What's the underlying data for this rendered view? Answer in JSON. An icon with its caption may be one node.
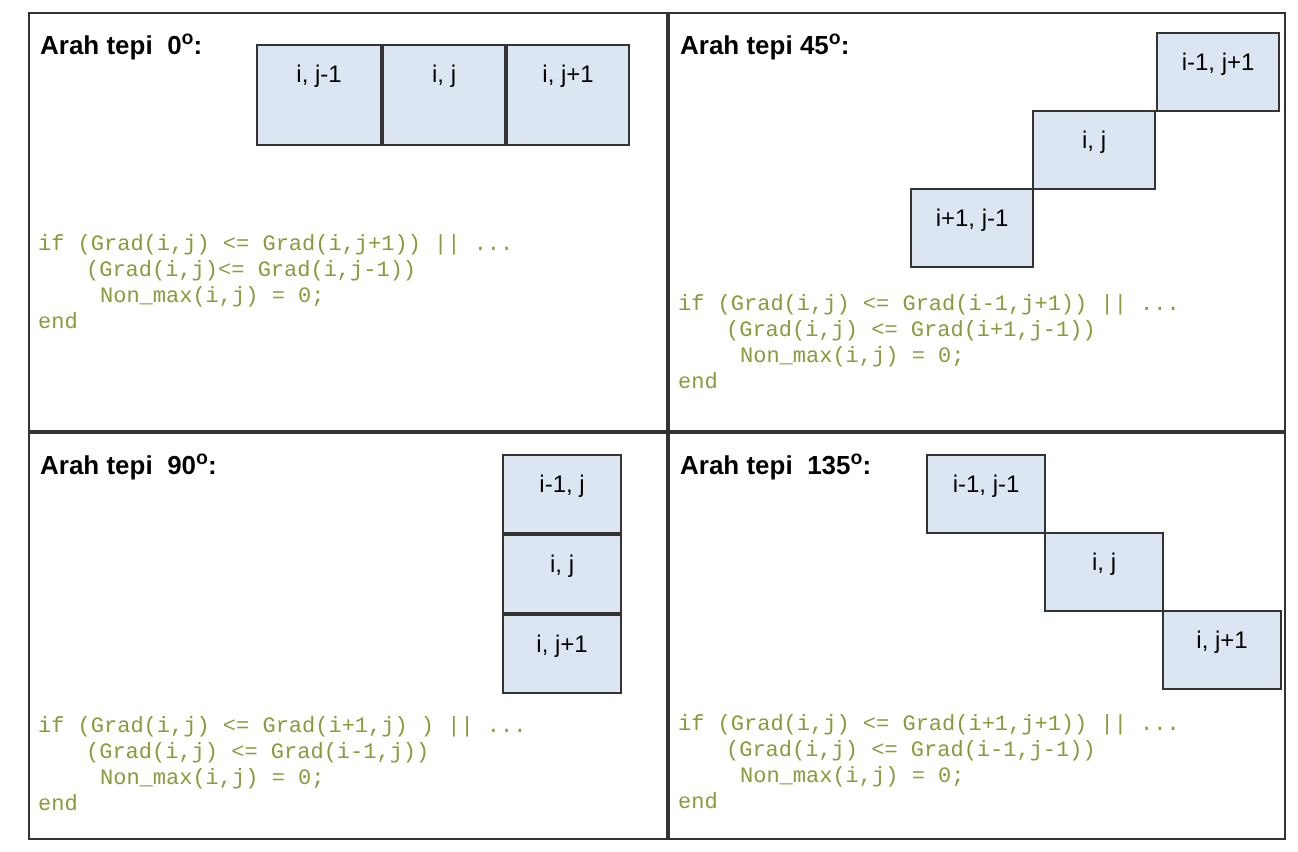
{
  "diagram": {
    "nodes": [
      {
        "text": [
          "Arah tepi  0$^{o}$:",
          "if (Grad(i,j) <= Grad(i,j+1)) || ...",
          "(Grad(i,j)<= Grad(i,j-1))",
          "Non_max(i,j) = 0;",
          "end"
        ]
      },
      {
        "text": [
          "i, j-1"
        ],
        "in": 0
      },
      {
        "text": [
          "i, j"
        ],
        "in": 0
      },
      {
        "text": [
          "i, j+1"
        ],
        "in": 0
      },
      {
        "text": [
          "Arah tepi 45$^{o}$:",
          "if (Grad(i,j) <= Grad(i-1,j+1)) || ...",
          "(Grad(i,j) <= Grad(i+1,j-1))",
          "Non_max(i,j) = 0;",
          "end"
        ]
      },
      {
        "text": [
          "i-1, j+1"
        ],
        "in": 4
      },
      {
        "text": [
          "i, j"
        ],
        "in": 4
      },
      {
        "text": [
          "i+1, j-1"
        ],
        "in": 4
      },
      {
        "text": [
          "Arah tepi  90$^{o}$:",
          "if (Grad(i,j) <= Grad(i+1,j) ) || ...",
          "(Grad(i,j) <= Grad(i-1,j))",
          "Non_max(i,j) = 0;",
          "end"
        ]
      },
      {
        "text": [
          "i-1, j"
        ],
        "in": 8
      },
      {
        "text": [
          "i, j"
        ],
        "in": 8
      },
      {
        "text": [
          "i, j+1"
        ],
        "in": 8
      },
      {
        "text": [
          "Arah tepi  135$^{o}$:",
          "if (Grad(i,j) <= Grad(i+1,j+1)) || ...",
          "(Grad(i,j) <= Grad(i-1,j-1))",
          "Non_max(i,j) = 0;",
          "end"
        ]
      },
      {
        "text": [
          "i-1, j-1"
        ],
        "in": 12
      },
      {
        "text": [
          "i, j"
        ],
        "in": 12
      },
      {
        "text": [
          "i, j+1"
        ],
        "in": 12
      }
    ]
  }
}
